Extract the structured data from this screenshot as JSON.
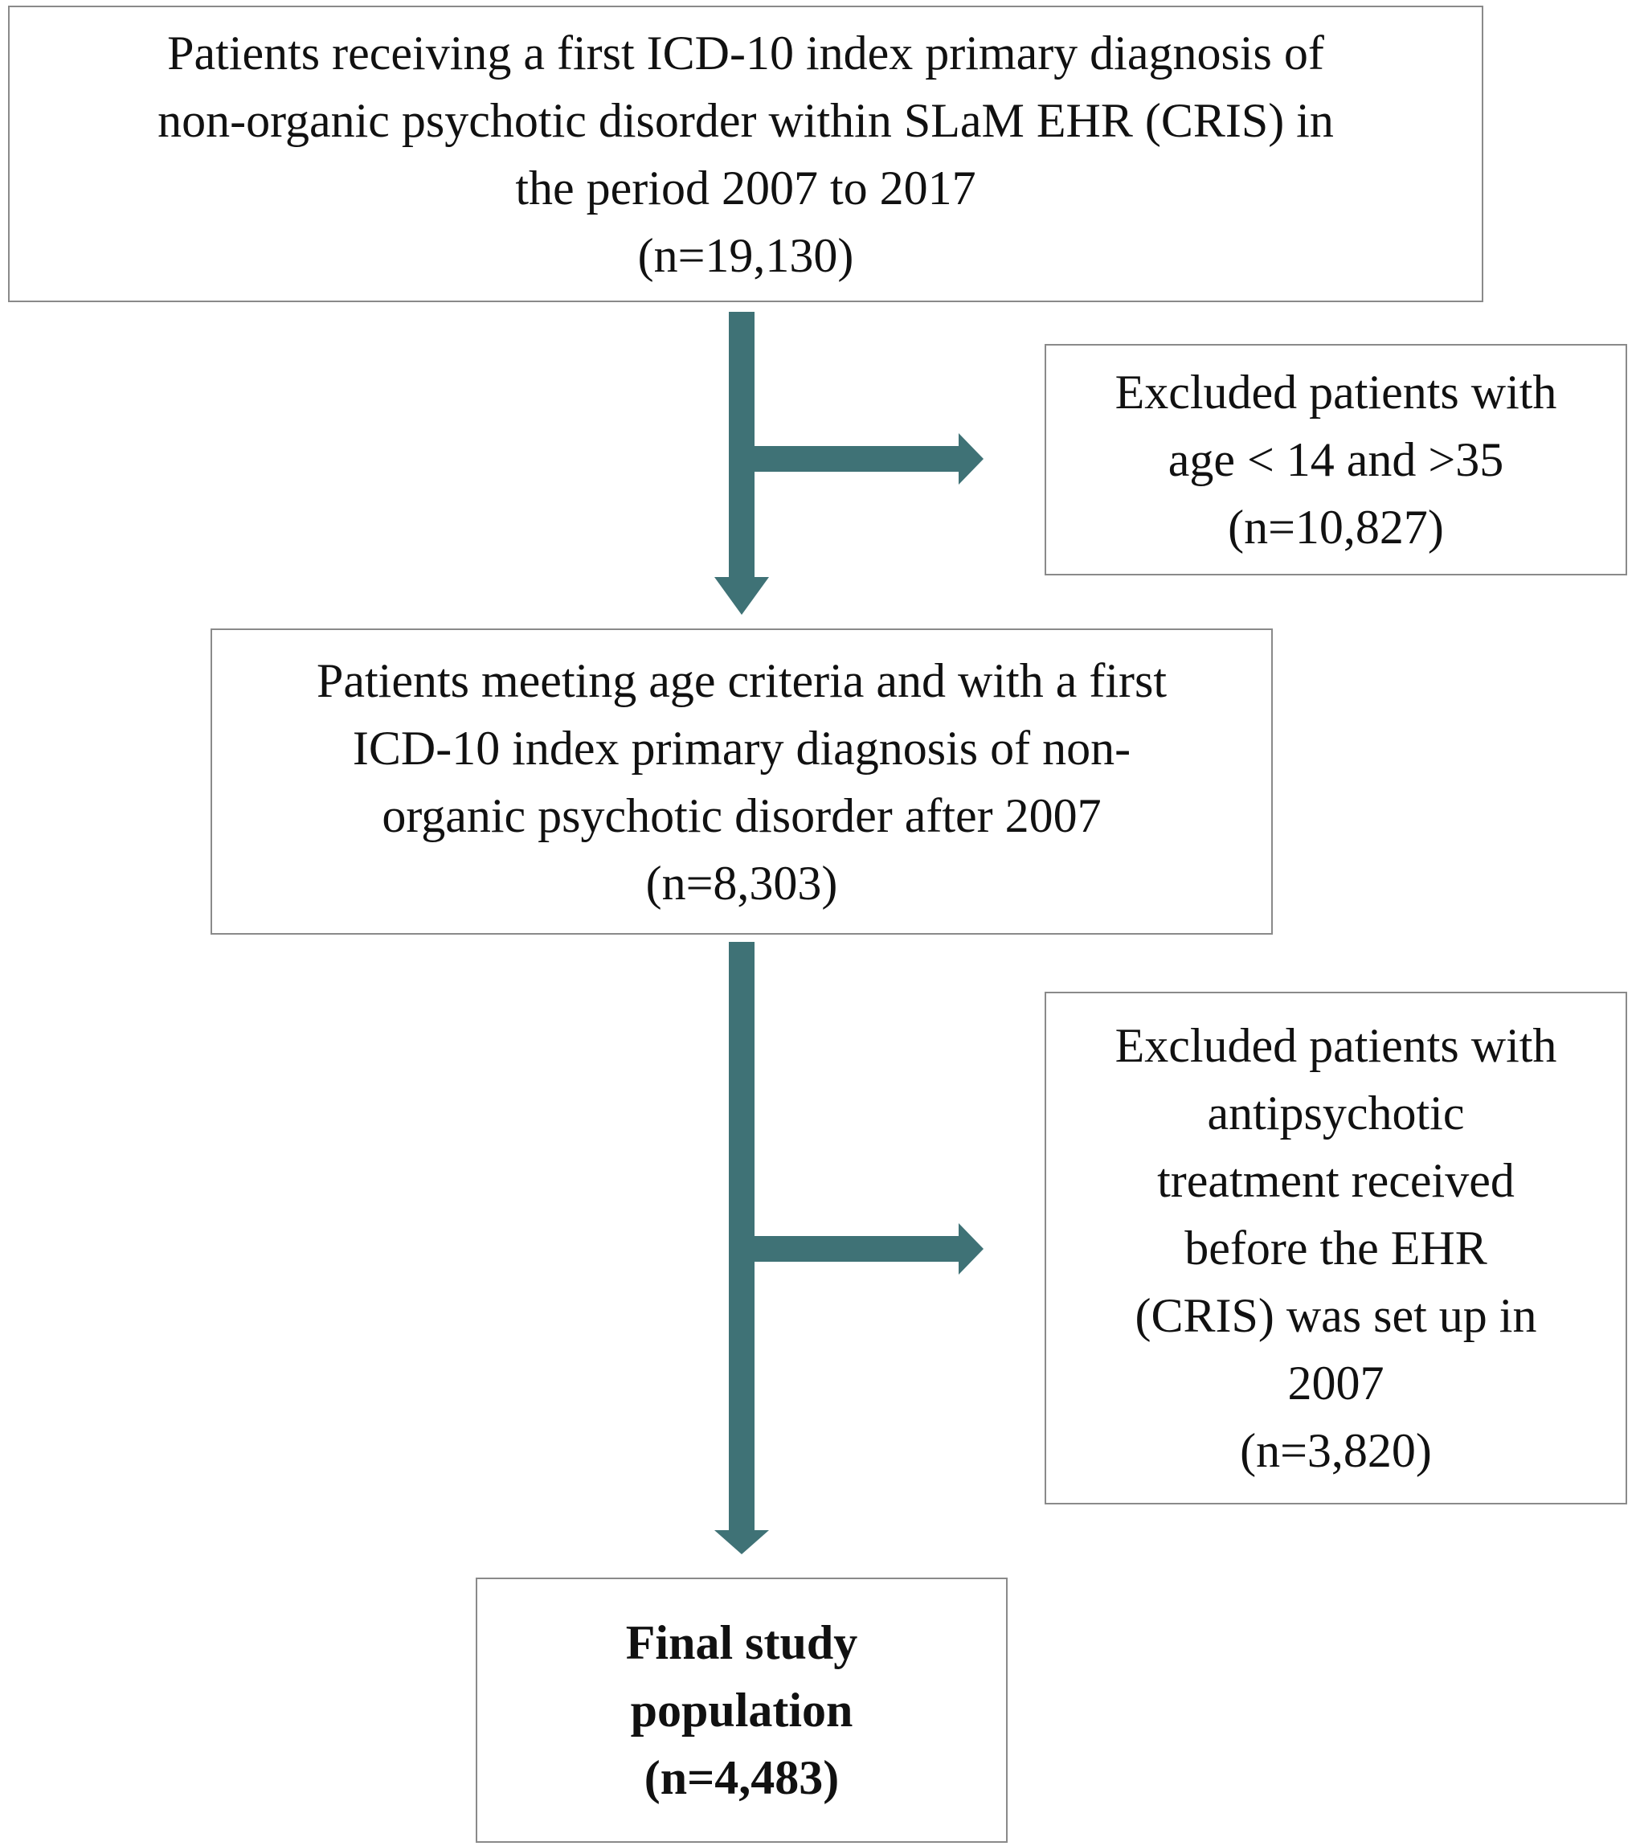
{
  "flowchart": {
    "initial": {
      "lines": [
        "Patients receiving a first ICD-10 index primary diagnosis of",
        "non-organic psychotic disorder within SLaM EHR (CRIS) in",
        "the period 2007 to 2017",
        "(n=19,130)"
      ]
    },
    "exclusion_1": {
      "lines": [
        "Excluded patients with",
        "age < 14 and >35",
        "(n=10,827)"
      ]
    },
    "middle": {
      "lines": [
        "Patients meeting age criteria and with a first",
        "ICD-10 index primary diagnosis of non-",
        "organic psychotic disorder after 2007",
        "(n=8,303)"
      ]
    },
    "exclusion_2": {
      "lines": [
        "Excluded patients with",
        "antipsychotic",
        "treatment received",
        "before the EHR",
        "(CRIS) was set up in",
        "2007",
        "(n=3,820)"
      ]
    },
    "final": {
      "lines": [
        "Final study",
        "population",
        "(n=4,483)"
      ]
    }
  },
  "colors": {
    "arrow": "#3f7276",
    "box_border": "#8a8a8a",
    "text": "#111111"
  }
}
